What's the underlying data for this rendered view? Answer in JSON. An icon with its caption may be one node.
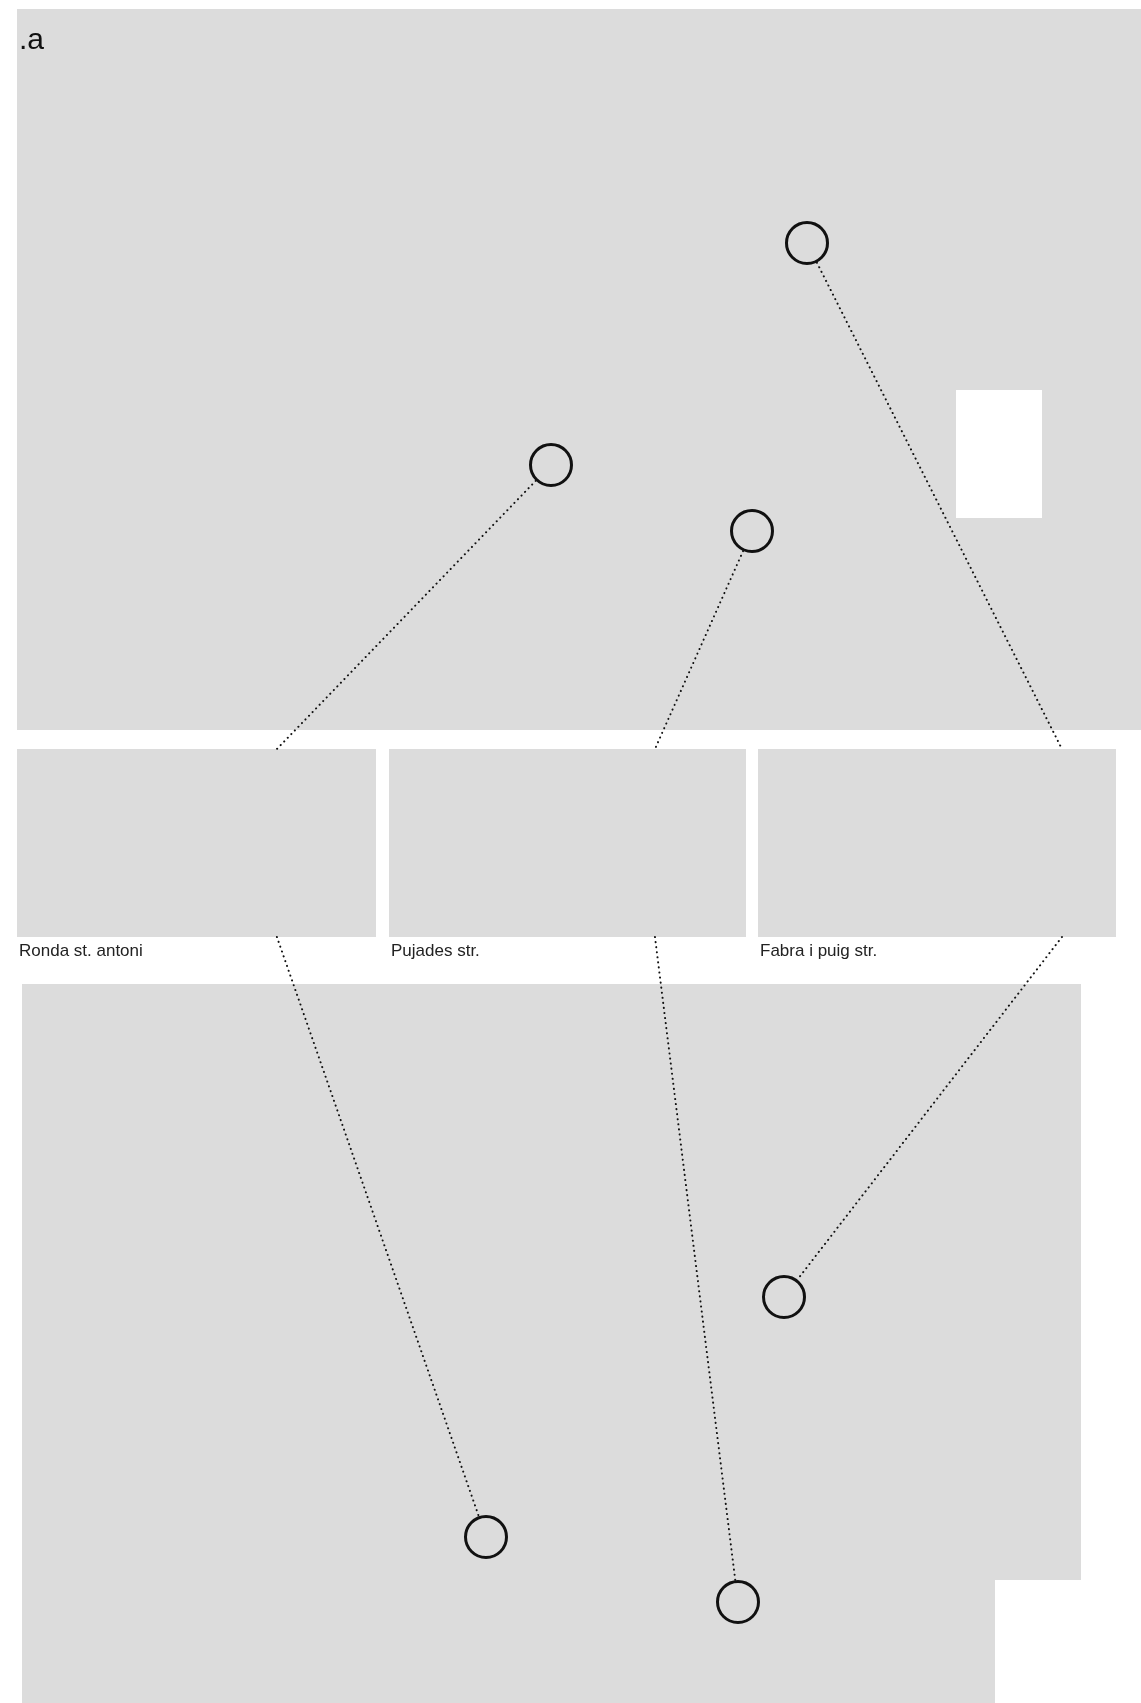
{
  "diagram": {
    "nodes": [
      {
        "text": [],
        "shape": "box"
      },
      {
        "text": [],
        "shape": "circle",
        "in": 0
      },
      {
        "text": [],
        "shape": "circle",
        "in": 0
      },
      {
        "text": [],
        "shape": "circle",
        "in": 0
      },
      {
        "text": [],
        "shape": "box",
        "beside": [
          "Ronda st. antoni"
        ]
      },
      {
        "text": [],
        "shape": "box",
        "beside": [
          "Pujades str."
        ]
      },
      {
        "text": [],
        "shape": "box",
        "beside": [
          "Fabra i puig str."
        ]
      },
      {
        "text": [],
        "shape": "box"
      },
      {
        "text": [],
        "shape": "circle",
        "in": 7
      },
      {
        "text": [],
        "shape": "circle",
        "in": 7
      },
      {
        "text": [],
        "shape": "circle",
        "in": 7
      }
    ],
    "edges": [
      {
        "from": 1,
        "to": 4,
        "arrow": "none",
        "style": "dashed"
      },
      {
        "from": 2,
        "to": 5,
        "arrow": "none",
        "style": "dashed"
      },
      {
        "from": 3,
        "to": 6,
        "arrow": "none",
        "style": "dashed"
      },
      {
        "from": 4,
        "to": 8,
        "arrow": "none",
        "style": "dashed"
      },
      {
        "from": 5,
        "to": 9,
        "arrow": "none",
        "style": "dashed"
      },
      {
        "from": 6,
        "to": 10,
        "arrow": "none",
        "style": "dashed"
      }
    ],
    "labels": [
      ".a"
    ]
  }
}
